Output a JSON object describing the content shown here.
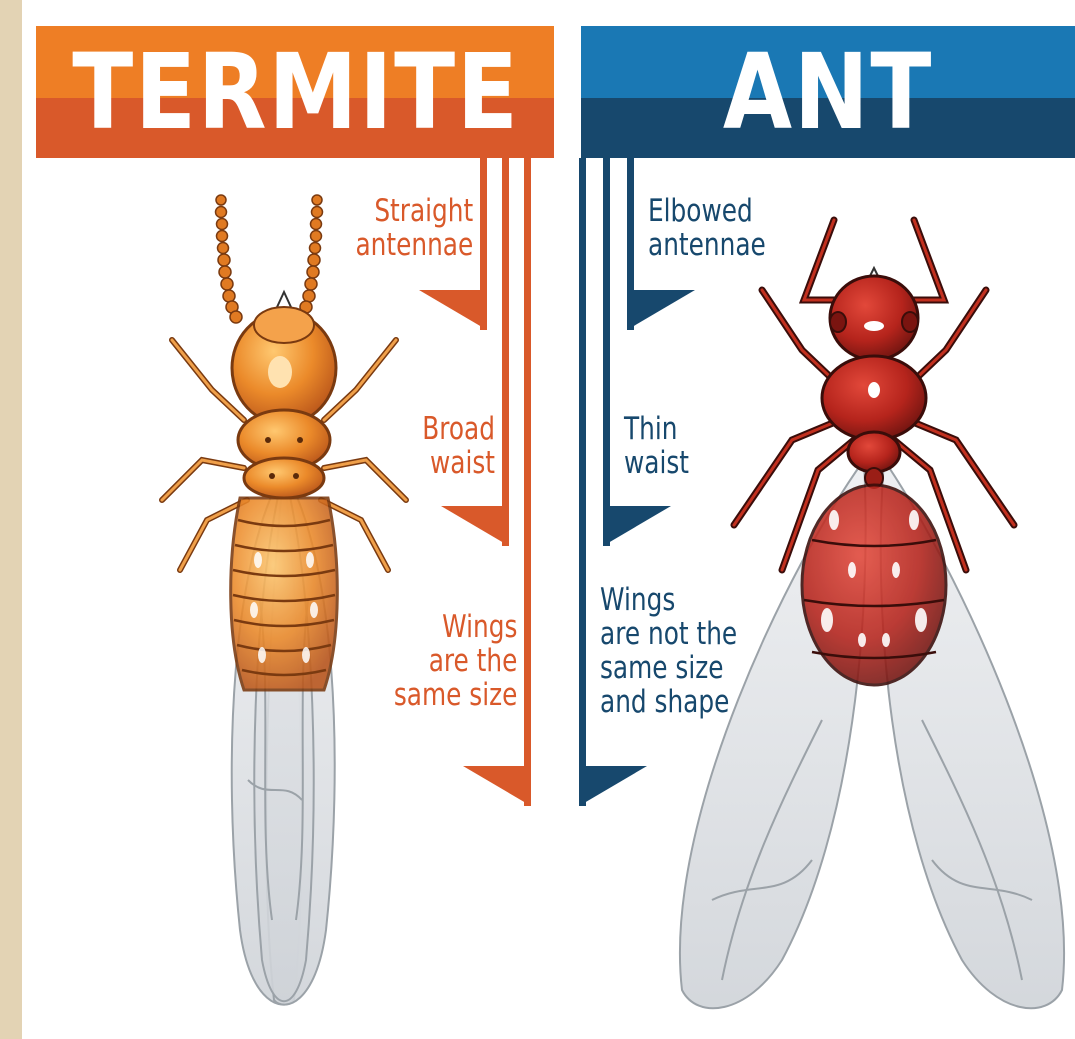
{
  "colors": {
    "background": "#e3d3b4",
    "termite_orange": "#ee7e25",
    "termite_dark_orange": "#d9592a",
    "ant_blue": "#1a78b4",
    "ant_navy": "#17486d",
    "termite_body": "#e98a2a",
    "ant_body": "#b5241c"
  },
  "termite": {
    "title": "TERMITE",
    "callouts": [
      {
        "lines": [
          "Straight",
          "antennae"
        ]
      },
      {
        "lines": [
          "Broad",
          "waist"
        ]
      },
      {
        "lines": [
          "Wings",
          "are the",
          "same size"
        ]
      }
    ]
  },
  "ant": {
    "title": "ANT",
    "callouts": [
      {
        "lines": [
          "Elbowed",
          "antennae"
        ]
      },
      {
        "lines": [
          "Thin",
          "waist"
        ]
      },
      {
        "lines": [
          "Wings",
          "are not the",
          "same size",
          "and shape"
        ]
      }
    ]
  },
  "icons": {
    "termite": "termite-illustration",
    "ant": "ant-illustration"
  }
}
